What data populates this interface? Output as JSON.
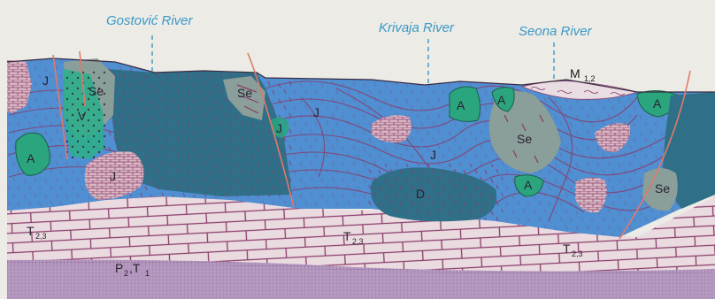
{
  "rivers": [
    "Gostović River",
    "Krivaja River",
    "Seona River"
  ],
  "units": {
    "A": "A",
    "Se": "Se",
    "J": "J",
    "M12": "M",
    "M12_sub": "1,2",
    "T23": "T",
    "T23_sub": "2,3",
    "P2T1": "P",
    "P2T1_sub1": "2",
    "P2T1_T": ",T",
    "P2T1_sub2": "1",
    "D": "D",
    "V": "V"
  },
  "colors": {
    "background": "#ecebe6",
    "melange_matrix": "#4f8fd2",
    "flow_lines": "#8a3c6b",
    "ophiolite_dark": "#2f6f88",
    "amphibolite": "#2aa57e",
    "serpentinite": "#8a9e9a",
    "limestone_blocks": "#d8b9c2",
    "limestone_base": "#e8d6dc",
    "permo_triassic": "#b79ac0",
    "miocene": "#e9dce2",
    "river_label": "#3a98c8",
    "fault": "#e07a6a"
  }
}
